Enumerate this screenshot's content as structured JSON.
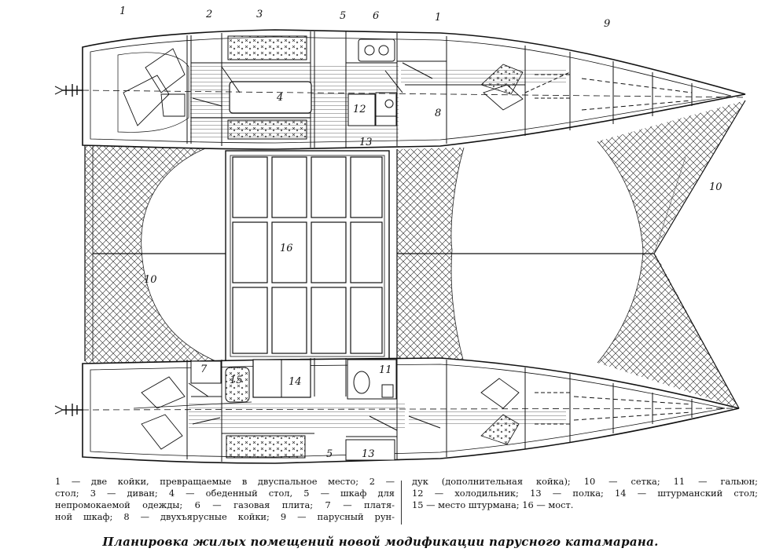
{
  "labels": {
    "n1_top_bow": "1",
    "n2": "2",
    "n3": "3",
    "n5_top": "5",
    "n6": "6",
    "n1_top_mid": "1",
    "n9": "9",
    "n4": "4",
    "n12": "12",
    "n13_top": "13",
    "n8": "8",
    "n10_right": "10",
    "n16": "16",
    "n10_left": "10",
    "n7": "7",
    "n15": "15",
    "n14": "14",
    "n11": "11",
    "n5_bottom": "5",
    "n13_bottom": "13"
  },
  "legend": {
    "left_lines": [
      "1 — две койки, превращаемые в двуспальное место; 2 —",
      "стол; 3 — диван; 4 — обеденный стол, 5 — шкаф для",
      "непромокаемой одежды; 6 — газовая плита; 7 — платя-",
      "ной шкаф; 8 — двухъярусные койки; 9 — парусный рун-"
    ],
    "right_lines": [
      "дук (дополнительная койка); 10 — сетка; 11 — гальюн;",
      "12 — холодильник; 13 — полка; 14 — штурманский стол;",
      "15 — место штурмана; 16 — мост."
    ]
  },
  "caption": "Планировка жилых помещений новой модификации парусного катамарана."
}
